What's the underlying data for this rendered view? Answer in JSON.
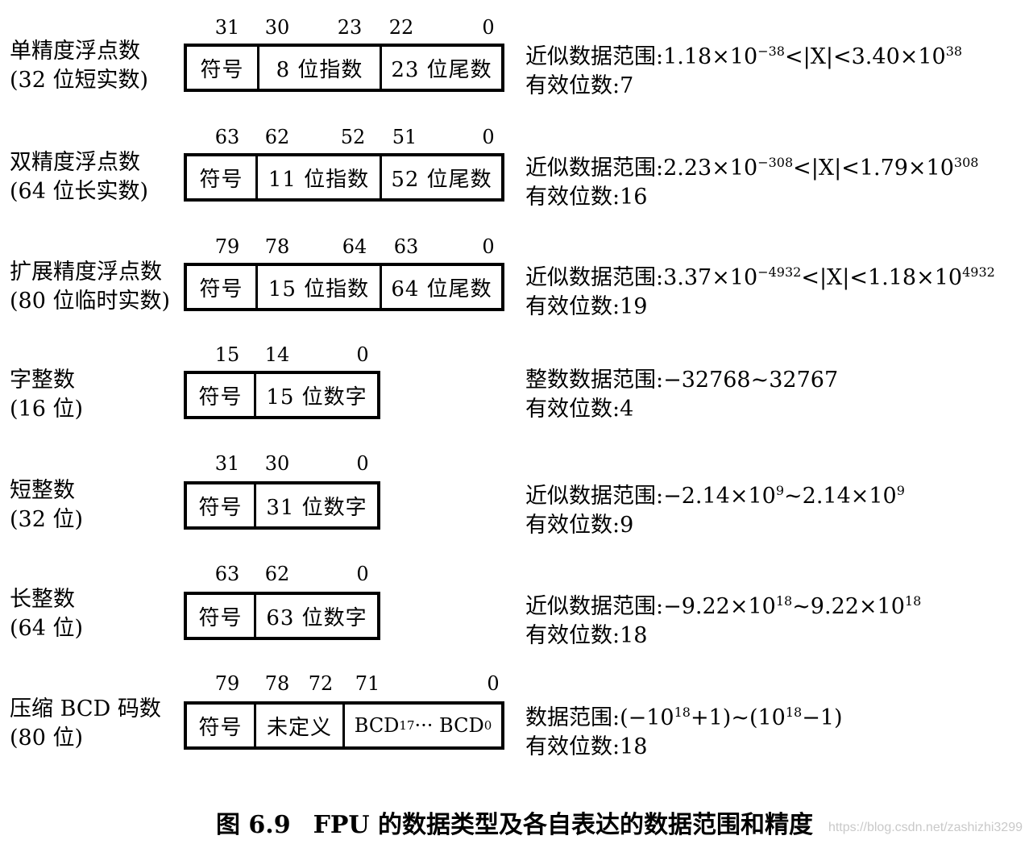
{
  "rows": [
    {
      "name_line1": "单精度浮点数",
      "name_line2": "(32 位短实数)",
      "bits": [
        "31",
        "30",
        "23",
        "22",
        "0"
      ],
      "fields": [
        "符号",
        "8 位指数",
        "23 位尾数"
      ],
      "range_prefix": "近似数据范围:1.18×10",
      "range_exp1": "−38",
      "range_mid": "<|X|<3.40×10",
      "range_exp2": "38",
      "range_suffix": "",
      "digits": "有效位数:7"
    },
    {
      "name_line1": "双精度浮点数",
      "name_line2": "(64 位长实数)",
      "bits": [
        "63",
        "62",
        "52",
        "51",
        "0"
      ],
      "fields": [
        "符号",
        "11 位指数",
        "52 位尾数"
      ],
      "range_prefix": "近似数据范围:2.23×10",
      "range_exp1": "−308",
      "range_mid": "<|X|<1.79×10",
      "range_exp2": "308",
      "range_suffix": "",
      "digits": "有效位数:16"
    },
    {
      "name_line1": "扩展精度浮点数",
      "name_line2": "(80 位临时实数)",
      "bits": [
        "79",
        "78",
        "64",
        "63",
        "0"
      ],
      "fields": [
        "符号",
        "15 位指数",
        "64 位尾数"
      ],
      "range_prefix": "近似数据范围:3.37×10",
      "range_exp1": "−4932",
      "range_mid": "<|X|<1.18×10",
      "range_exp2": "4932",
      "range_suffix": "",
      "digits": "有效位数:19"
    },
    {
      "name_line1": "字整数",
      "name_line2": "(16 位)",
      "bits": [
        "15",
        "14",
        "0"
      ],
      "fields": [
        "符号",
        "15 位数字"
      ],
      "range_prefix": "整数数据范围:−32768~32767",
      "range_exp1": "",
      "range_mid": "",
      "range_exp2": "",
      "range_suffix": "",
      "digits": "有效位数:4"
    },
    {
      "name_line1": "短整数",
      "name_line2": "(32 位)",
      "bits": [
        "31",
        "30",
        "0"
      ],
      "fields": [
        "符号",
        "31 位数字"
      ],
      "range_prefix": "近似数据范围:−2.14×10",
      "range_exp1": "9",
      "range_mid": "~2.14×10",
      "range_exp2": "9",
      "range_suffix": "",
      "digits": "有效位数:9"
    },
    {
      "name_line1": "长整数",
      "name_line2": "(64 位)",
      "bits": [
        "63",
        "62",
        "0"
      ],
      "fields": [
        "符号",
        "63 位数字"
      ],
      "range_prefix": "近似数据范围:−9.22×10",
      "range_exp1": "18",
      "range_mid": "~9.22×10",
      "range_exp2": "18",
      "range_suffix": "",
      "digits": "有效位数:18"
    },
    {
      "name_line1": "压缩 BCD 码数",
      "name_line2": "(80 位)",
      "bits": [
        "79",
        "78",
        "72",
        "71",
        "0"
      ],
      "fields": [
        "符号",
        "未定义",
        "BCD"
      ],
      "bcd_sub_high": "17",
      "bcd_ellipsis": "··· BCD",
      "bcd_sub_low": "0",
      "range_prefix": "数据范围:(−10",
      "range_exp1": "18",
      "range_mid": "+1)~(10",
      "range_exp2": "18",
      "range_suffix": "−1)",
      "digits": "有效位数:18"
    }
  ],
  "caption": {
    "number": "图 6.9",
    "text": "FPU 的数据类型及各自表达的数据范围和精度"
  },
  "watermark": "https://blog.csdn.net/zashizhi3299"
}
